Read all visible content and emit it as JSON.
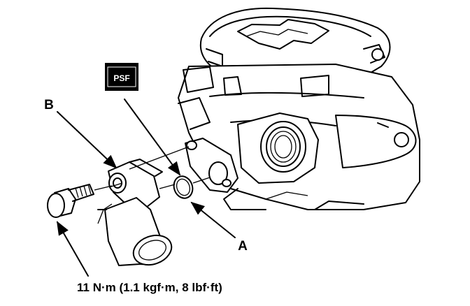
{
  "labels": {
    "b": "B",
    "a": "A",
    "psf": "PSF",
    "torque": "11 N·m (1.1 kgf·m, 8 lbf·ft)"
  },
  "icons": {
    "fluid_badge": "psf-fluid-icon"
  },
  "colors": {
    "ink": "#000000",
    "paper": "#ffffff"
  }
}
